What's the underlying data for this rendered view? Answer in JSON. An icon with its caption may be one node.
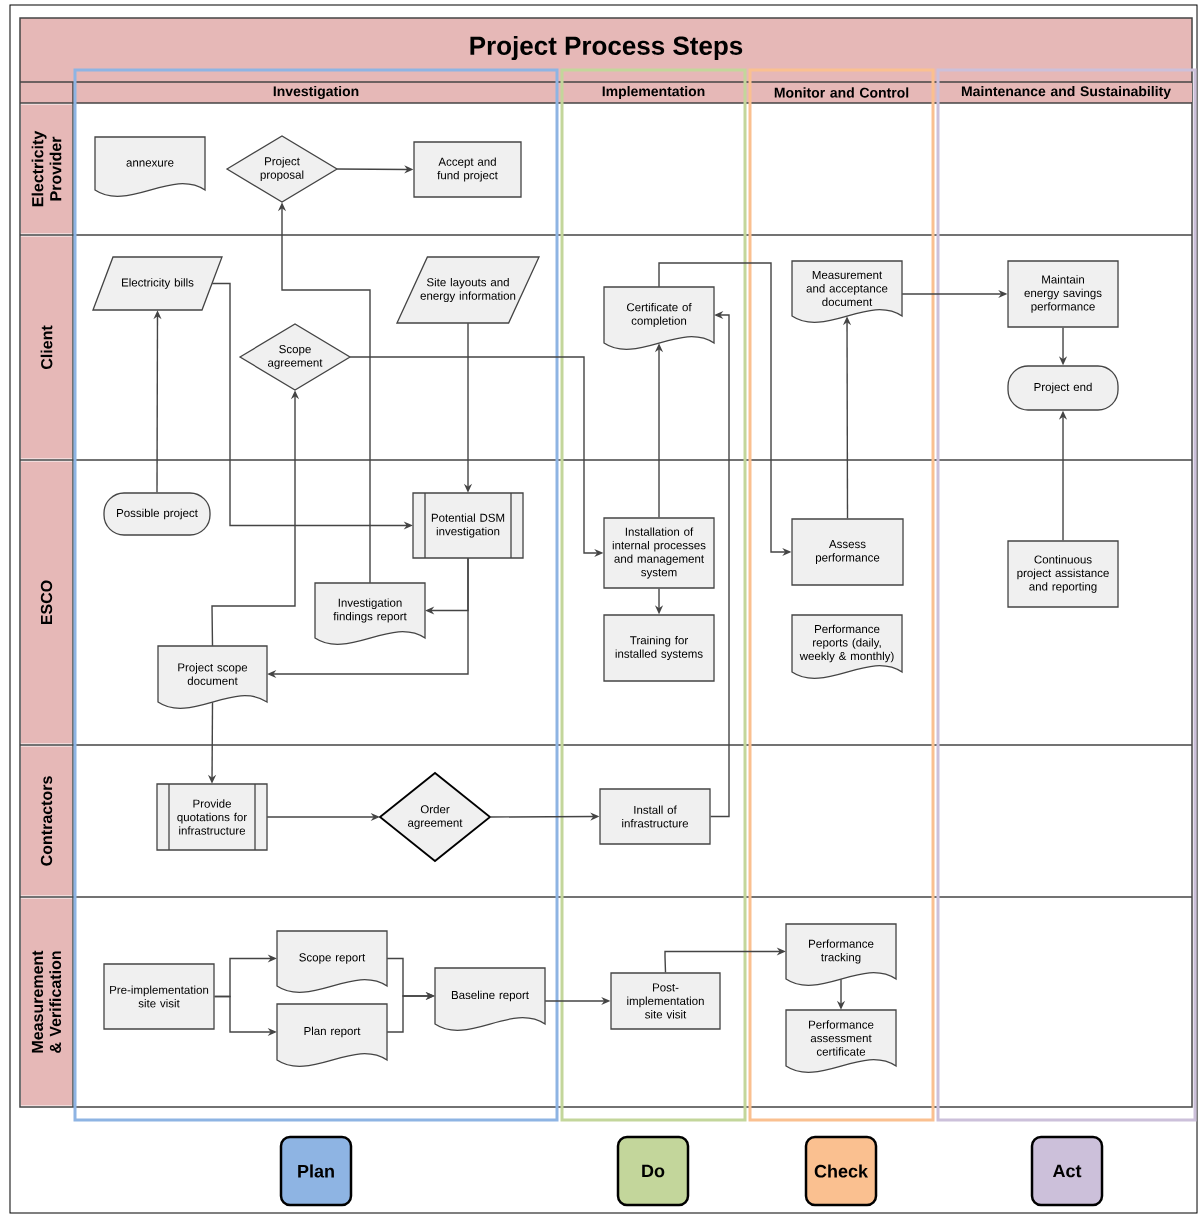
{
  "diagram": {
    "title": "Project Process Steps",
    "nodes": [
      {
        "text": [
          "Investigation"
        ]
      },
      {
        "text": [
          "Implementation"
        ]
      },
      {
        "text": [
          "Monitor and Control"
        ]
      },
      {
        "text": [
          "Maintenance and Sustainability"
        ]
      },
      {
        "text": [
          "Electricity Provider"
        ]
      },
      {
        "text": [
          "Client"
        ]
      },
      {
        "text": [
          "ESCO"
        ]
      },
      {
        "text": [
          "Contractors"
        ]
      },
      {
        "text": [
          "Measurement & Verification"
        ]
      },
      {
        "text": [
          "annexure"
        ]
      },
      {
        "text": [
          "Project proposal"
        ]
      },
      {
        "text": [
          "Accept and fund project"
        ]
      },
      {
        "text": [
          "Electricity bills"
        ]
      },
      {
        "text": [
          "Site layouts and energy information"
        ]
      },
      {
        "text": [
          "Scope agreement"
        ]
      },
      {
        "text": [
          "Certificate of completion"
        ]
      },
      {
        "text": [
          "Measurement and acceptance document"
        ]
      },
      {
        "text": [
          "Maintain energy savings performance"
        ]
      },
      {
        "text": [
          "Project end"
        ]
      },
      {
        "text": [
          "Possible project"
        ]
      },
      {
        "text": [
          "Potential DSM investigation"
        ]
      },
      {
        "text": [
          "Installation of internal processes and management system"
        ]
      },
      {
        "text": [
          "Assess performance"
        ]
      },
      {
        "text": [
          "Continuous project assistance and reporting"
        ]
      },
      {
        "text": [
          "Investigation findings report"
        ]
      },
      {
        "text": [
          "Project scope document"
        ]
      },
      {
        "text": [
          "Training for installed systems"
        ]
      },
      {
        "text": [
          "Performance reports (daily, weekly & monthly)"
        ]
      },
      {
        "text": [
          "Provide quotations for infrastructure"
        ]
      },
      {
        "text": [
          "Order agreement"
        ]
      },
      {
        "text": [
          "Install of infrastructure"
        ]
      },
      {
        "text": [
          "Pre-implementation site visit"
        ]
      },
      {
        "text": [
          "Scope report"
        ]
      },
      {
        "text": [
          "Plan report"
        ]
      },
      {
        "text": [
          "Baseline report"
        ]
      },
      {
        "text": [
          "Post-implementation site visit"
        ]
      },
      {
        "text": [
          "Performance tracking"
        ]
      },
      {
        "text": [
          "Performance assessment certificate"
        ]
      },
      {
        "text": [
          "Plan"
        ]
      },
      {
        "text": [
          "Do"
        ]
      },
      {
        "text": [
          "Check"
        ]
      },
      {
        "text": [
          "Act"
        ]
      }
    ],
    "edges": [
      {
        "from": 10,
        "to": 11,
        "arrow": "to"
      },
      {
        "from": 24,
        "to": 10,
        "arrow": "to"
      },
      {
        "from": 19,
        "to": 12,
        "arrow": "to"
      },
      {
        "from": 12,
        "to": 20,
        "arrow": "to"
      },
      {
        "from": 13,
        "to": 20,
        "arrow": "to"
      },
      {
        "from": 20,
        "to": 24,
        "arrow": "to"
      },
      {
        "from": 20,
        "to": 25,
        "arrow": "to"
      },
      {
        "from": 25,
        "to": 14,
        "arrow": "to"
      },
      {
        "from": 14,
        "to": 21,
        "arrow": "to"
      },
      {
        "from": 21,
        "to": 15,
        "arrow": "to"
      },
      {
        "from": 21,
        "to": 26,
        "arrow": "to"
      },
      {
        "from": 15,
        "to": 22,
        "arrow": "to"
      },
      {
        "from": 22,
        "to": 16,
        "arrow": "to"
      },
      {
        "from": 16,
        "to": 17,
        "arrow": "to"
      },
      {
        "from": 17,
        "to": 18,
        "arrow": "to"
      },
      {
        "from": 23,
        "to": 18,
        "arrow": "to"
      },
      {
        "from": 25,
        "to": 28,
        "arrow": "to"
      },
      {
        "from": 28,
        "to": 29,
        "arrow": "to"
      },
      {
        "from": 29,
        "to": 30,
        "arrow": "to"
      },
      {
        "from": 30,
        "to": 15,
        "arrow": "to"
      },
      {
        "from": 31,
        "to": 32,
        "arrow": "to"
      },
      {
        "from": 31,
        "to": 33,
        "arrow": "to"
      },
      {
        "from": 32,
        "to": 34,
        "arrow": "to"
      },
      {
        "from": 33,
        "to": 34,
        "arrow": "to"
      },
      {
        "from": 34,
        "to": 35,
        "arrow": "to"
      },
      {
        "from": 35,
        "to": 36,
        "arrow": "to"
      },
      {
        "from": 36,
        "to": 37,
        "arrow": "to"
      }
    ]
  }
}
